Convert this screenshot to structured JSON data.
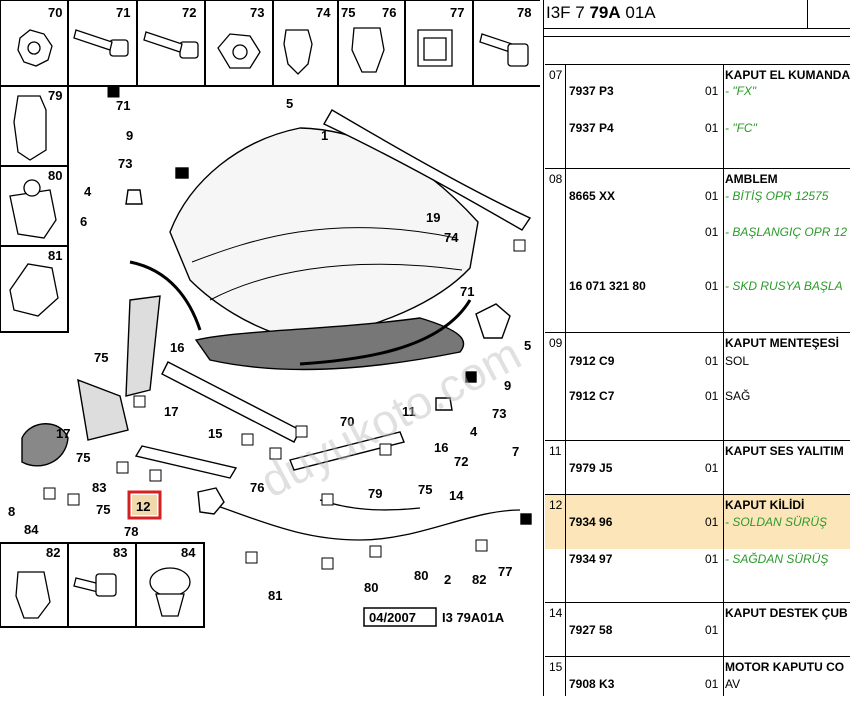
{
  "diagram": {
    "top_cells": [
      "70",
      "71",
      "72",
      "73",
      "74",
      "75",
      "76",
      "77",
      "78"
    ],
    "left_cells": [
      "79",
      "80",
      "81"
    ],
    "bottom_cells": [
      "82",
      "83",
      "84"
    ],
    "callouts": [
      "1",
      "2",
      "4",
      "5",
      "6",
      "7",
      "8",
      "9",
      "11",
      "12",
      "14",
      "15",
      "16",
      "17",
      "19",
      "70",
      "71",
      "72",
      "73",
      "74",
      "75",
      "76",
      "77",
      "78",
      "79",
      "80",
      "81",
      "82",
      "83",
      "84"
    ],
    "highlighted_callout": "12",
    "date_code": "04/2007",
    "diagram_code": "I3 79A01A",
    "watermark": "duyukoto.com",
    "highlight_color": "#d62020"
  },
  "panel": {
    "code_prefix": "I3F 7 ",
    "code_bold": "79A",
    "code_suffix": " 01A",
    "rows": [
      {
        "ref": "07",
        "title": "KAPUT EL KUMANDA",
        "items": [
          {
            "pn": "7937 P3",
            "qty": "01",
            "note": "- \"FX\""
          },
          {
            "pn": "7937 P4",
            "qty": "01",
            "note": "- \"FC\""
          }
        ]
      },
      {
        "ref": "08",
        "title": "AMBLEM",
        "items": [
          {
            "pn": "8665 XX",
            "qty": "01",
            "note": "- BİTİŞ OPR 12575"
          },
          {
            "pn": "",
            "qty": "01",
            "note": "- BAŞLANGIÇ OPR 12"
          },
          {
            "pn": "16 071 321 80",
            "qty": "01",
            "note": "- SKD RUSYA BAŞLA"
          }
        ]
      },
      {
        "ref": "09",
        "title": "KAPUT MENTEŞESİ",
        "items": [
          {
            "pn": "7912 C9",
            "qty": "01",
            "note": "SOL"
          },
          {
            "pn": "7912 C7",
            "qty": "01",
            "note": "SAĞ"
          }
        ]
      },
      {
        "ref": "11",
        "title": "KAPUT SES YALITIM",
        "items": [
          {
            "pn": "7979 J5",
            "qty": "01",
            "note": ""
          }
        ]
      },
      {
        "ref": "12",
        "title": "KAPUT KİLİDİ",
        "items": [
          {
            "pn": "7934 96",
            "qty": "01",
            "note": "- SOLDAN SÜRÜŞ"
          },
          {
            "pn": "7934 97",
            "qty": "01",
            "note": "- SAĞDAN SÜRÜŞ"
          }
        ]
      },
      {
        "ref": "14",
        "title": "KAPUT DESTEK ÇUB",
        "items": [
          {
            "pn": "7927 58",
            "qty": "01",
            "note": ""
          }
        ]
      },
      {
        "ref": "15",
        "title": "MOTOR KAPUTU CO",
        "items": [
          {
            "pn": "7908 K3",
            "qty": "01",
            "note": "AV"
          }
        ]
      }
    ]
  }
}
